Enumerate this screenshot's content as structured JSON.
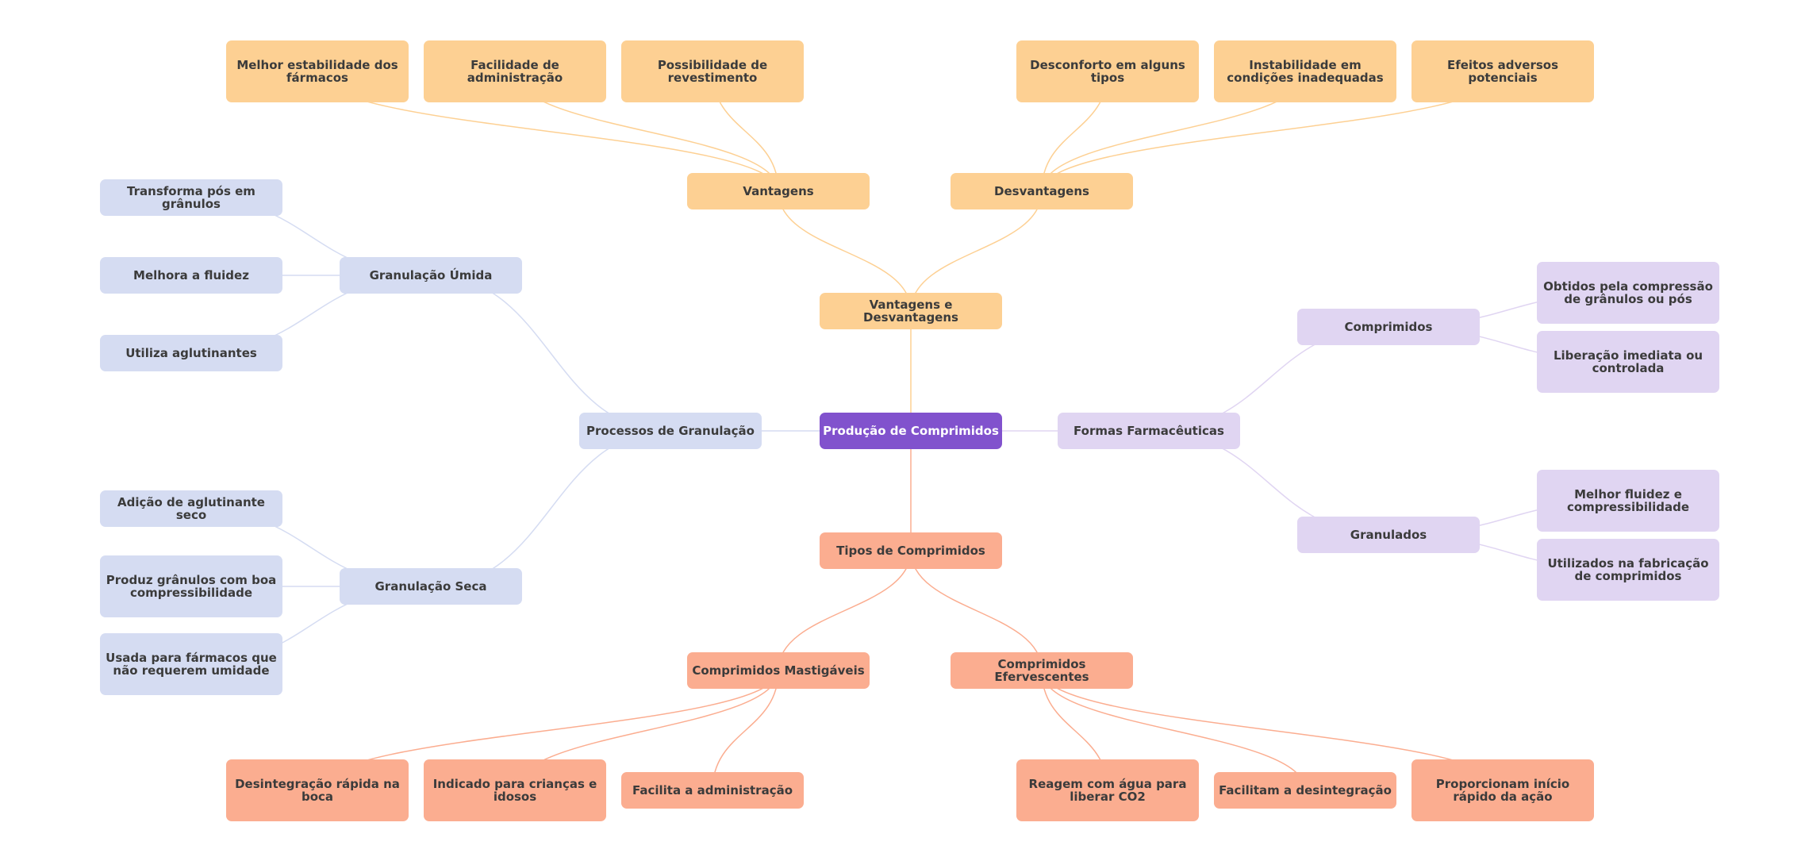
{
  "colors": {
    "root": "#8152cd",
    "processos": "#d5dcf2",
    "formas": "#e0d5f2",
    "vantagens": "#fdd093",
    "tipos": "#fbad90",
    "edge_processos": "#d5dcf2",
    "edge_formas": "#e0d5f2",
    "edge_vantagens": "#fdd093",
    "edge_tipos": "#fbad90"
  },
  "mindmap": {
    "root": "Produção de Comprimidos",
    "processos": {
      "label": "Processos de Granulação",
      "umida": {
        "label": "Granulação Úmida",
        "items": [
          "Transforma pós em grânulos",
          "Melhora a fluidez",
          "Utiliza aglutinantes"
        ]
      },
      "seca": {
        "label": "Granulação Seca",
        "items": [
          "Adição de aglutinante seco",
          "Produz grânulos com boa compressibilidade",
          "Usada para fármacos que não requerem umidade"
        ]
      }
    },
    "formas": {
      "label": "Formas Farmacêuticas",
      "comprimidos": {
        "label": "Comprimidos",
        "items": [
          "Obtidos pela compressão de grânulos ou pós",
          "Liberação imediata ou controlada"
        ]
      },
      "granulados": {
        "label": "Granulados",
        "items": [
          "Melhor fluidez e compressibilidade",
          "Utilizados na fabricação de comprimidos"
        ]
      }
    },
    "vd": {
      "label": "Vantagens e Desvantagens",
      "vantagens": {
        "label": "Vantagens",
        "items": [
          "Melhor estabilidade dos fármacos",
          "Facilidade de administração",
          "Possibilidade de revestimento"
        ]
      },
      "desvantagens": {
        "label": "Desvantagens",
        "items": [
          "Desconforto em alguns tipos",
          "Instabilidade em condições inadequadas",
          "Efeitos adversos potenciais"
        ]
      }
    },
    "tipos": {
      "label": "Tipos de Comprimidos",
      "mastigaveis": {
        "label": "Comprimidos Mastigáveis",
        "items": [
          "Desintegração rápida na boca",
          "Indicado para crianças e idosos",
          "Facilita a administração"
        ]
      },
      "efervescentes": {
        "label": "Comprimidos Efervescentes",
        "items": [
          "Reagem com água para liberar CO2",
          "Facilitam a desintegração",
          "Proporcionam início rápido da ação"
        ]
      }
    }
  }
}
